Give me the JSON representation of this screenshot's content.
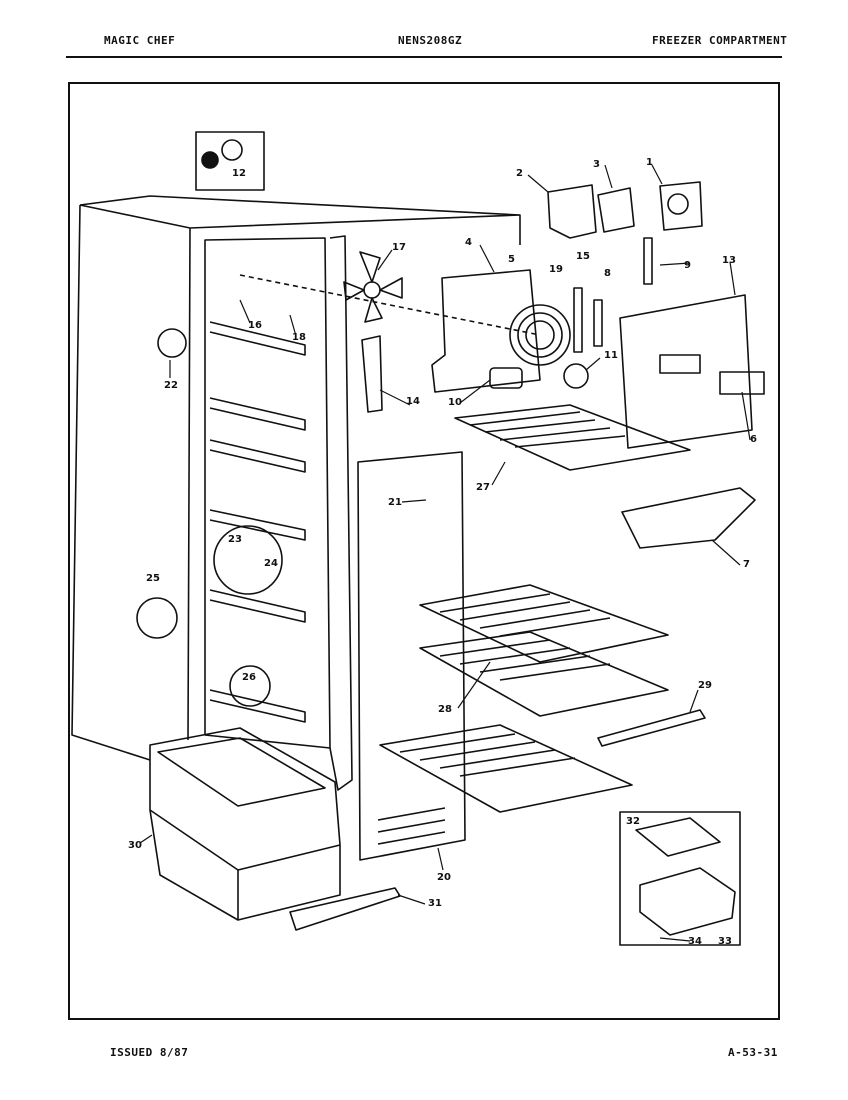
{
  "header": {
    "brand": "MAGIC CHEF",
    "model": "NENS208GZ",
    "section": "FREEZER COMPARTMENT"
  },
  "footer": {
    "issued": "ISSUED 8/87",
    "page_code": "A-53-31"
  },
  "diagram": {
    "callouts": [
      "1",
      "2",
      "3",
      "4",
      "5",
      "6",
      "7",
      "8",
      "9",
      "10",
      "11",
      "12",
      "13",
      "14",
      "15",
      "16",
      "17",
      "18",
      "19",
      "20",
      "21",
      "22",
      "23",
      "24",
      "25",
      "26",
      "27",
      "28",
      "29",
      "30",
      "31",
      "32",
      "33",
      "34"
    ]
  }
}
